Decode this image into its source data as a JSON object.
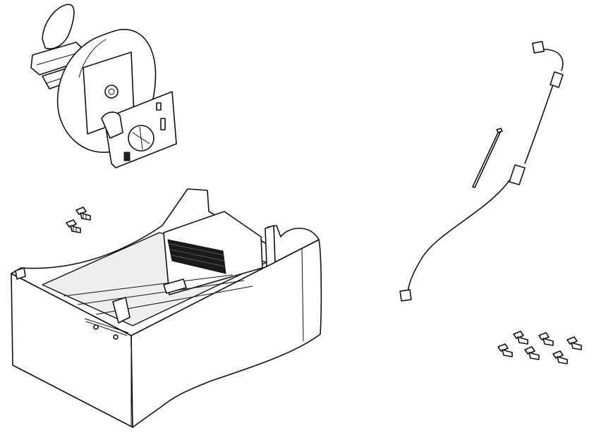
{
  "figure": {
    "background": "#ffffff",
    "line_color": "#111111",
    "parts": [
      {
        "id": "media-spindle-assembly",
        "kind": "roll holder with circuit board"
      },
      {
        "id": "base-cabinet",
        "kind": "open tray housing"
      },
      {
        "id": "mounting-screws-pair",
        "count": 2
      },
      {
        "id": "cable-tie",
        "count": 1
      },
      {
        "id": "interface-cable",
        "kind": "cable with two ferrite cores and connectors"
      },
      {
        "id": "mounting-screws-set",
        "count": 6
      }
    ]
  }
}
